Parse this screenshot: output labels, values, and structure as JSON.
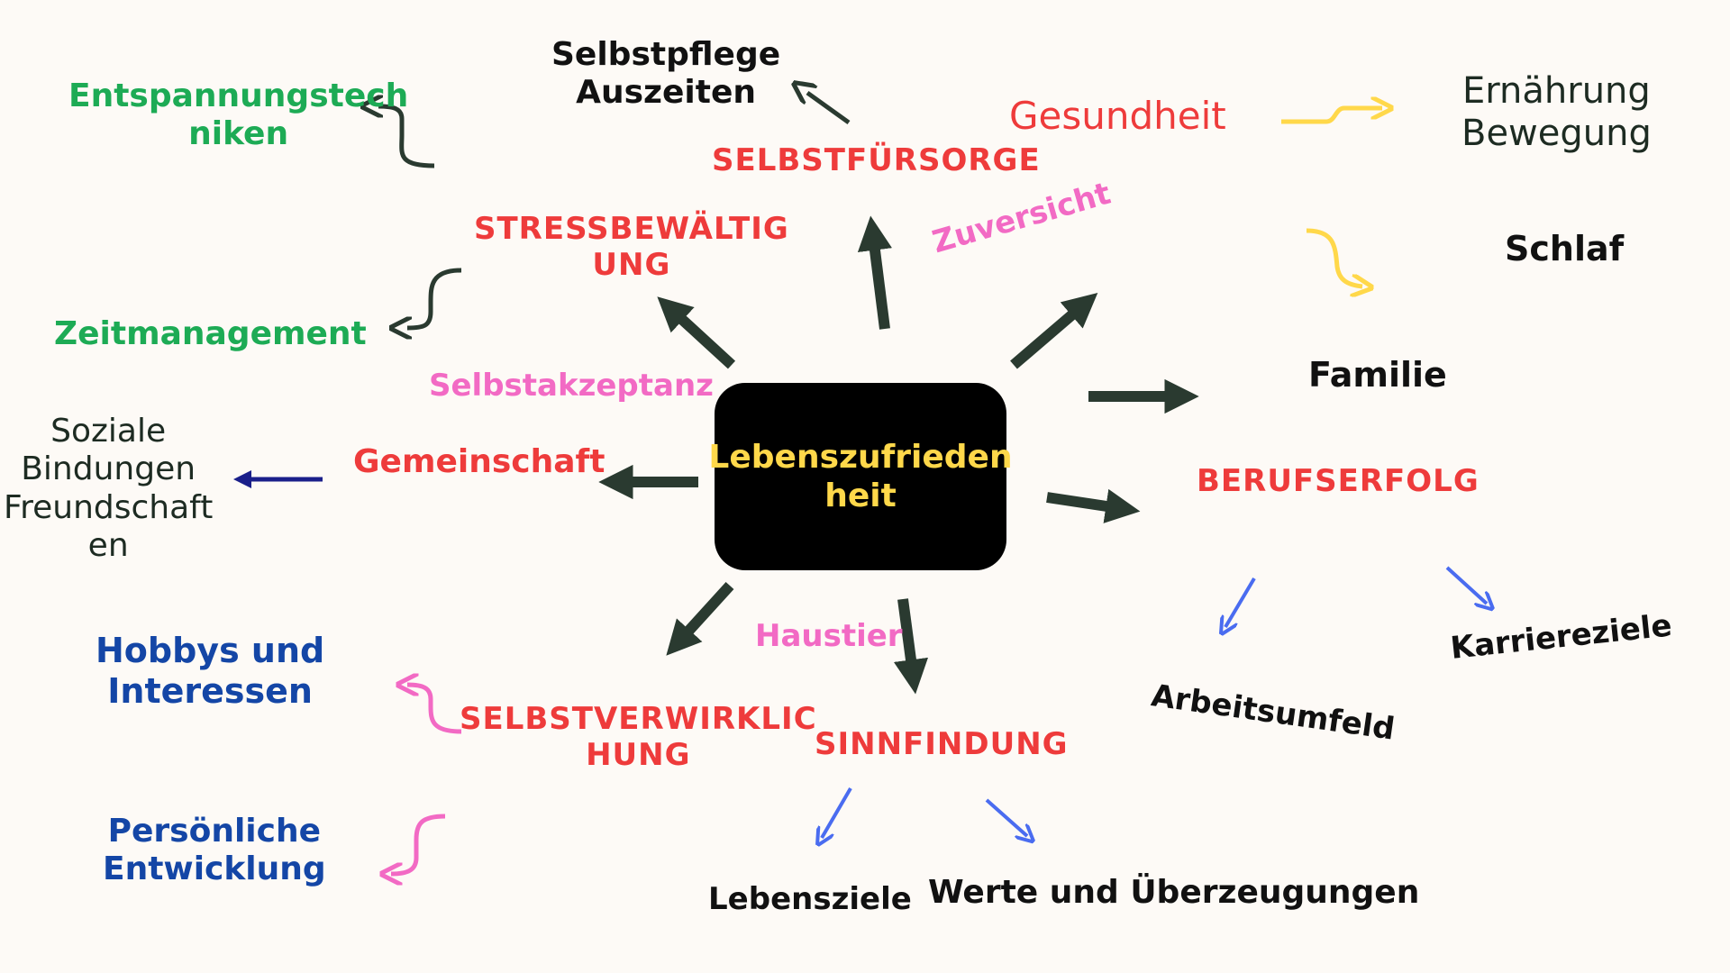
{
  "center": {
    "label": "Lebenszufrieden\nheit"
  },
  "branches": {
    "selbstfuersorge": "SELBSTFÜRSORGE",
    "stressbewaeltigung": "STRESSBEWÄLTIG\nUNG",
    "gemeinschaft": "Gemeinschaft",
    "selbstverwirklichung": "SELBSTVERWIRKLIC\nHUNG",
    "sinnfindung": "SINNFINDUNG",
    "berufserfolg": "BERUFSERFOLG",
    "gesundheit": "Gesundheit"
  },
  "floating": {
    "zuversicht": "Zuversicht",
    "selbstakzeptanz": "Selbstakzeptanz",
    "haustier": "Haustier",
    "familie": "Familie"
  },
  "leaves": {
    "selbstpflege": "Selbstpflege\nAuszeiten",
    "entspannung": "Entspannungstech\nniken",
    "zeitmanagement": "Zeitmanagement",
    "soziale": "Soziale\nBindungen\nFreundschaft\nen",
    "hobbys": "Hobbys und\nInteressen",
    "persoenlich": "Persönliche\nEntwicklung",
    "lebensziele": "Lebensziele",
    "werte": "Werte und Überzeugungen",
    "arbeitsumfeld": "Arbeitsumfeld",
    "karriereziele": "Karriereziele",
    "ernaehrung": "Ernährung\nBewegung",
    "schlaf": "Schlaf"
  },
  "colors": {
    "background": "#fdfaf6",
    "center_fill": "#000000",
    "center_text": "#ffd84a",
    "branch_red": "#ee3b3b",
    "pink": "#f26ac4",
    "green": "#1dab55",
    "dark_green": "#1d2b22",
    "blue": "#1446a6",
    "arrow_dark": "#2a3a30",
    "arrow_yellow": "#ffd84a",
    "arrow_blue": "#4a6cf0",
    "arrow_navy": "#1a1f8a"
  }
}
